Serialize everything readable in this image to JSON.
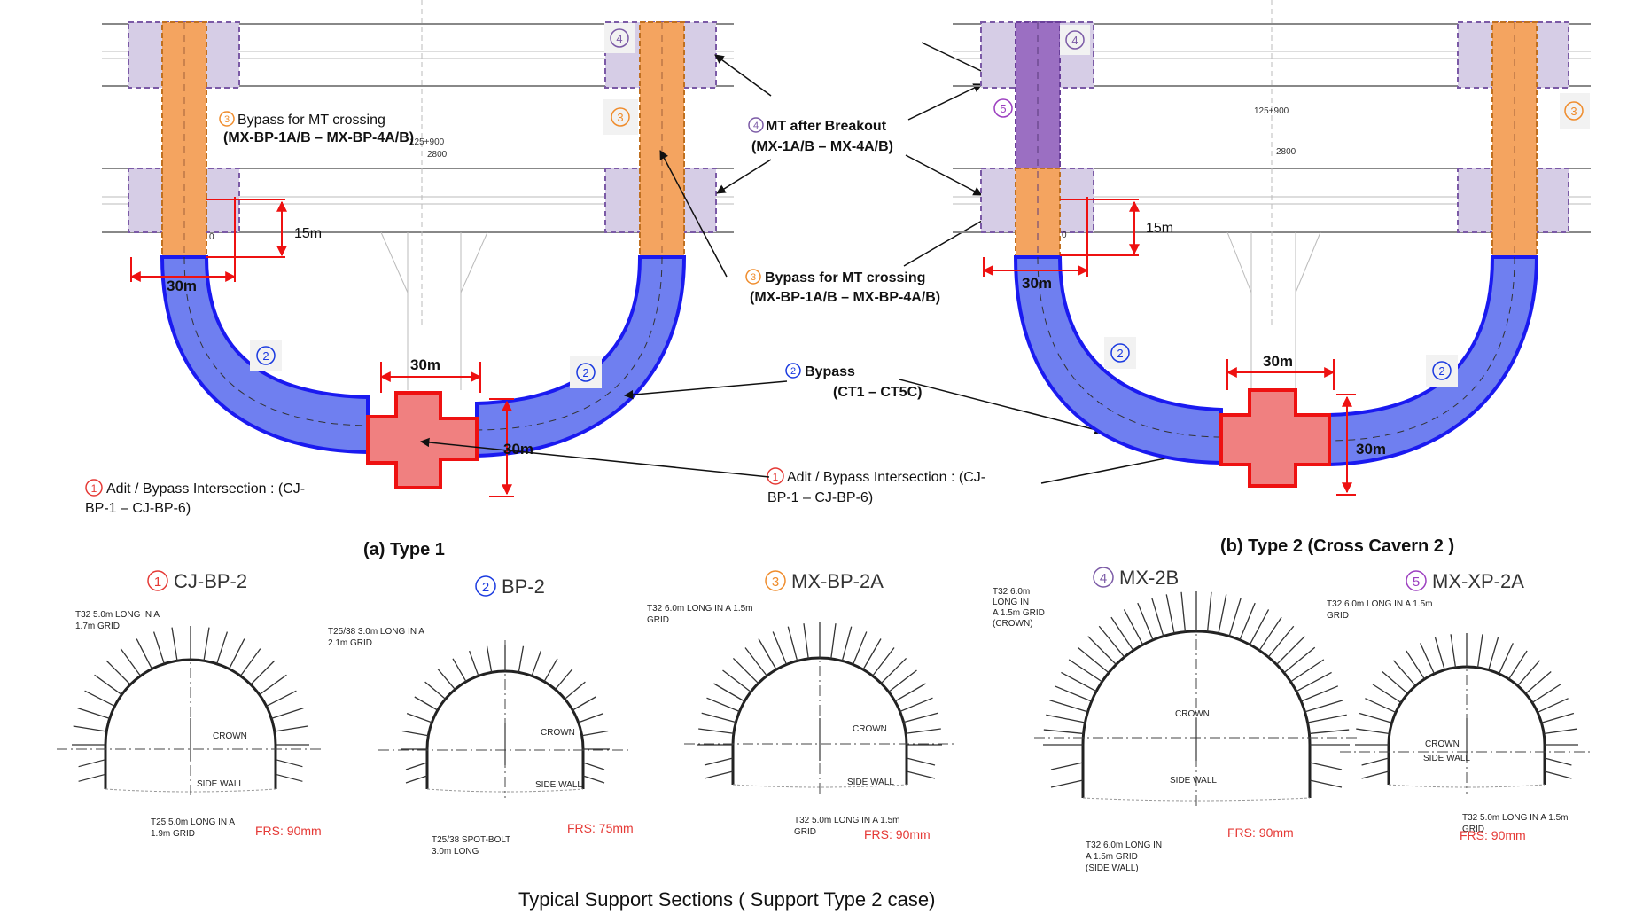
{
  "colors": {
    "orange": "#f4a460",
    "orange_stroke": "#c07020",
    "lavender": "#d6cde6",
    "purple": "#9b6fc2",
    "blue": "#6f7ff0",
    "blue_stroke": "#1a1af0",
    "red_fill": "#f08080",
    "red_stroke": "#ee1111",
    "c1": "#e53935",
    "c2": "#1a3ae0",
    "c3": "#ef8c2c",
    "c4": "#7b5aa6",
    "c5": "#9c3fc0",
    "frs": "#e53935"
  },
  "typeA": {
    "caption": "(a) Type 1",
    "label3_a": "Bypass for  MT crossing",
    "label3_b": "(MX-BP-1A/B – MX-BP-4A/B)",
    "label1_a": "Adit / Bypass Intersection :     (CJ-",
    "label1_b": "BP-1 – CJ-BP-6)",
    "dim_15": "15m",
    "dim_30_left": "30m",
    "dim_30_top": "30m",
    "dim_30_right": "30m",
    "chain": "125+900",
    "elev": "2800",
    "tick": "0"
  },
  "callouts": {
    "mt_a": "MT after  Breakout",
    "mt_b": "(MX-1A/B – MX-4A/B)",
    "bp3_a": "Bypass for  MT crossing",
    "bp3_b": "(MX-BP-1A/B – MX-BP-4A/B)",
    "bp2_a": "Bypass",
    "bp2_b": "(CT1 – CT5C)",
    "adit_a": "Adit / Bypass Intersection :     (CJ-",
    "adit_b": "BP-1 – CJ-BP-6)"
  },
  "typeB": {
    "caption": "(b) Type 2 (Cross Cavern 2 )",
    "dim_15": "15m",
    "dim_30_left": "30m",
    "dim_30_top": "30m",
    "dim_30_right": "30m",
    "chain": "125+900",
    "elev": "2800",
    "tick": "0"
  },
  "markers": {
    "m1": "1",
    "m2": "2",
    "m3": "3",
    "m4": "4",
    "m5": "5"
  },
  "sections": [
    {
      "num": "1",
      "title": "CJ-BP-2",
      "note_top_1": "T32 5.0m LONG IN A",
      "note_top_2": "1.7m    GRID",
      "note_bot_1": "T25 5.0m LONG IN A",
      "note_bot_2": "1.9m    GRID",
      "crown": "CROWN",
      "side_wall": "SIDE WALL",
      "frs": "FRS: 90mm"
    },
    {
      "num": "2",
      "title": "BP-2",
      "note_top_1": "T25/38 3.0m LONG IN A",
      "note_top_2": "2.1m GRID",
      "note_bot_1": "T25/38 SPOT-BOLT",
      "note_bot_2": "3.0m LONG",
      "crown": "CROWN",
      "side_wall": "SIDE WALL",
      "frs": "FRS: 75mm"
    },
    {
      "num": "3",
      "title": "MX-BP-2A",
      "note_top_1": "T32 6.0m LONG IN A 1.5m",
      "note_top_2": "GRID",
      "note_bot_1": "T32 5.0m LONG IN A 1.5m",
      "note_bot_2": "GRID",
      "crown": "CROWN",
      "side_wall": "SIDE WALL",
      "frs": "FRS: 90mm"
    },
    {
      "num": "4",
      "title": "MX-2B",
      "note_top_1": "T32 6.0m",
      "note_top_2": "LONG IN",
      "note_top_3": "A 1.5m GRID",
      "note_top_4": "(CROWN)",
      "note_bot_1": "T32 6.0m LONG IN",
      "note_bot_2": "A 1.5m GRID",
      "note_bot_3": "(SIDE WALL)",
      "crown": "CROWN",
      "side_wall": "SIDE WALL",
      "frs": "FRS: 90mm"
    },
    {
      "num": "5",
      "title": "MX-XP-2A",
      "note_top_1": "T32 6.0m LONG IN A 1.5m",
      "note_top_2": "GRID",
      "note_bot_1": "T32 5.0m LONG IN A 1.5m",
      "note_bot_2": "GRID",
      "crown": "CROWN",
      "side_wall": "SIDE WALL",
      "frs": "FRS: 90mm"
    }
  ],
  "footer": "Typical  Support Sections ( Support Type 2 case)"
}
